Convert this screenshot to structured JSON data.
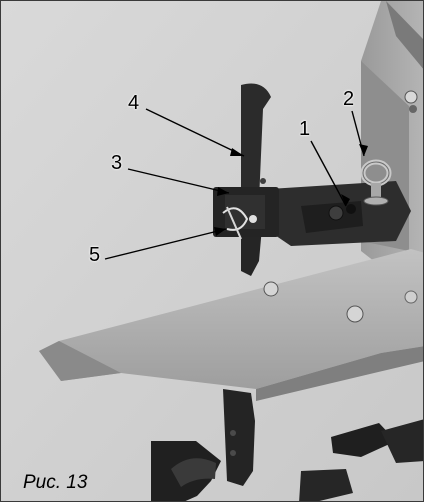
{
  "figure": {
    "caption": "Рис. 13",
    "callouts": [
      {
        "id": "1",
        "label": "1"
      },
      {
        "id": "2",
        "label": "2"
      },
      {
        "id": "3",
        "label": "3"
      },
      {
        "id": "4",
        "label": "4"
      },
      {
        "id": "5",
        "label": "5"
      }
    ]
  },
  "colors": {
    "background": "#d4d4d4",
    "metal_light": "#b9b9b9",
    "metal_dark": "#2a2a2a",
    "frame": "#3a3a3a"
  }
}
